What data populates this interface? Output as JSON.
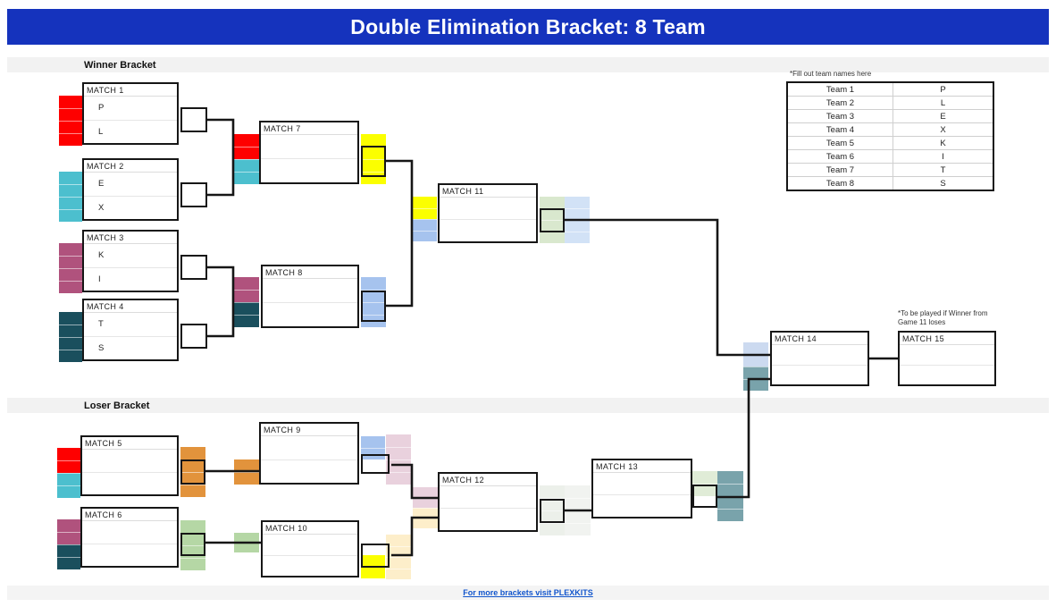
{
  "title": "Double Elimination Bracket: 8 Team",
  "sections": {
    "winner": "Winner Bracket",
    "loser": "Loser Bracket"
  },
  "matches": [
    {
      "id": 1,
      "label": "MATCH 1",
      "entries": [
        "P",
        "L"
      ]
    },
    {
      "id": 2,
      "label": "MATCH 2",
      "entries": [
        "E",
        "X"
      ]
    },
    {
      "id": 3,
      "label": "MATCH 3",
      "entries": [
        "K",
        "I"
      ]
    },
    {
      "id": 4,
      "label": "MATCH 4",
      "entries": [
        "T",
        "S"
      ]
    },
    {
      "id": 5,
      "label": "MATCH 5",
      "entries": []
    },
    {
      "id": 6,
      "label": "MATCH 6",
      "entries": []
    },
    {
      "id": 7,
      "label": "MATCH 7",
      "entries": []
    },
    {
      "id": 8,
      "label": "MATCH 8",
      "entries": []
    },
    {
      "id": 9,
      "label": "MATCH 9",
      "entries": []
    },
    {
      "id": 10,
      "label": "MATCH 10",
      "entries": []
    },
    {
      "id": 11,
      "label": "MATCH 11",
      "entries": []
    },
    {
      "id": 12,
      "label": "MATCH 12",
      "entries": []
    },
    {
      "id": 13,
      "label": "MATCH 13",
      "entries": []
    },
    {
      "id": 14,
      "label": "MATCH 14",
      "entries": []
    },
    {
      "id": 15,
      "label": "MATCH 15",
      "entries": []
    }
  ],
  "team_table": {
    "note": "*Fill out team names here",
    "rows": [
      {
        "name": "Team 1",
        "value": "P"
      },
      {
        "name": "Team 2",
        "value": "L"
      },
      {
        "name": "Team 3",
        "value": "E"
      },
      {
        "name": "Team 4",
        "value": "X"
      },
      {
        "name": "Team 5",
        "value": "K"
      },
      {
        "name": "Team 6",
        "value": "I"
      },
      {
        "name": "Team 7",
        "value": "T"
      },
      {
        "name": "Team 8",
        "value": "S"
      }
    ]
  },
  "notes": {
    "match15": "*To be played if Winner from Game 11 loses"
  },
  "footer": {
    "link": "For more brackets visit PLEXKITS"
  },
  "palette": {
    "header_blue": "#1533bd",
    "band_gray": "#f2f2f2",
    "line_black": "#161616",
    "link_blue": "#1155cc",
    "red": "#fe0000",
    "cyan": "#4cbfce",
    "mauve": "#b0527d",
    "teal": "#1a4f5d",
    "orange": "#e2933c",
    "green": "#b5d7a5",
    "yellow": "#fbff00",
    "periwinkle": "#a6c3ee",
    "sage": "#d9e8ce",
    "ltblue": "#d2e2f6",
    "lavender": "#ccdaf0",
    "slate": "#79a3ab",
    "pink": "#e9d1dd",
    "cream": "#fdeeca",
    "ltgray": "#ecf0ea",
    "ltgray2": "#f1f3f0",
    "palegreen": "#e0ecd7"
  }
}
